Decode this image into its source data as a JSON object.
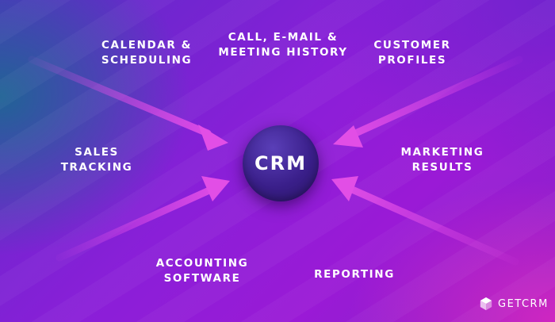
{
  "hub": {
    "label": "CRM"
  },
  "features": {
    "calendar": [
      "CALENDAR &",
      "SCHEDULING"
    ],
    "history": [
      "CALL, E-MAIL &",
      "MEETING HISTORY"
    ],
    "profiles": [
      "CUSTOMER",
      "PROFILES"
    ],
    "sales": [
      "SALES",
      "TRACKING"
    ],
    "marketing": [
      "MARKETING",
      "RESULTS"
    ],
    "accounting": [
      "ACCOUNTING",
      "SOFTWARE"
    ],
    "reporting": [
      "REPORTING"
    ]
  },
  "brand": {
    "name": "GETCRM",
    "logo_icon": "cube-icon"
  },
  "colors": {
    "arrow": "#e24ee6",
    "hub": "#3a1f8a",
    "background": "#8a1fd8"
  }
}
